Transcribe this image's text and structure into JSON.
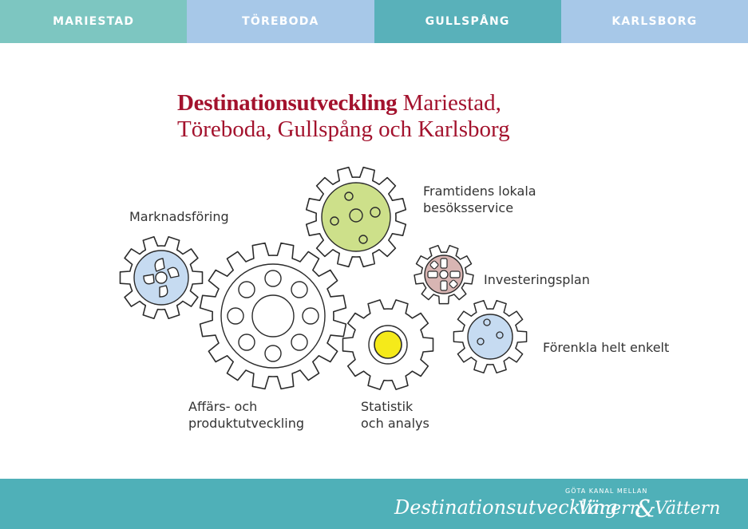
{
  "nav": {
    "tabs": [
      {
        "label": "MARIESTAD",
        "color": "#7dc6c1"
      },
      {
        "label": "TÖREBODA",
        "color": "#a7c8e8"
      },
      {
        "label": "GULLSPÅNG",
        "color": "#59b1ba"
      },
      {
        "label": "KARLSBORG",
        "color": "#a7c8e8"
      }
    ]
  },
  "title": {
    "bold": "Destinationsutveckling",
    "rest_line1": " Mariestad,",
    "line2": "Töreboda, Gullspång och Karlsborg",
    "color": "#a3122d"
  },
  "gears": {
    "marknadsforing": {
      "label": "Marknadsföring",
      "fill": "#c6dbf1"
    },
    "affars": {
      "label_line1": "Affärs- och",
      "label_line2": "produktutveckling"
    },
    "framtidens": {
      "label_line1": "Framtidens lokala",
      "label_line2": "besöksservice",
      "fill": "#cde08a"
    },
    "statistik": {
      "label_line1": "Statistik",
      "label_line2": "och analys",
      "fill": "#f5ea1a"
    },
    "investeringsplan": {
      "label": "Investeringsplan",
      "fill": "#d8b5b3"
    },
    "forenkla": {
      "label": "Förenkla helt enkelt",
      "fill": "#c6dbf1"
    }
  },
  "footer": {
    "logo_script": "Destinationsutveckling",
    "logo_small": "GÖTA KANAL MELLAN",
    "logo_vanern": "Vänern",
    "logo_amp": "&",
    "logo_vattern": "Vättern",
    "bg_color": "#4fb0b8"
  }
}
